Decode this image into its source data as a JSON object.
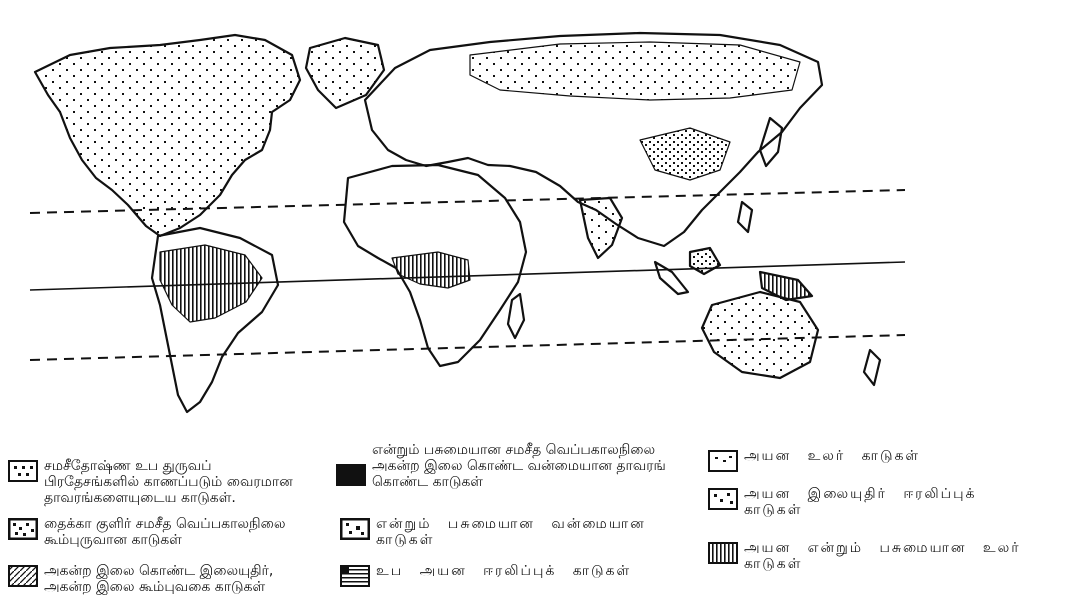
{
  "map": {
    "parallels": [
      {
        "id": "tropic-of-cancer",
        "style": "dashed"
      },
      {
        "id": "equator",
        "style": "solid"
      },
      {
        "id": "tropic-of-capricorn",
        "style": "dashed"
      }
    ]
  },
  "legend": [
    {
      "id": "temperate-subpolar",
      "pattern": "dots",
      "text": "சமசீதோஷ்ண உப துருவப்\nபிரதேசங்களில் காணப்படும் வைரமான\nதாவரங்களையுடைய காடுகள்."
    },
    {
      "id": "taiga",
      "pattern": "dense-dots",
      "text": "தைக்கா குளிர் சமசீத வெப்பகாலநிலை\nகூம்புருவான காடுகள்"
    },
    {
      "id": "broadleaf-deciduous",
      "pattern": "diagonal",
      "text": "அகன்ற இலை கொண்ட இலையுதிர்,\nஅகன்ற இலை கூம்புவகை காடுகள்"
    },
    {
      "id": "temperate-evergreen-broadleaf",
      "pattern": "solid",
      "text": "என்றும் பசுமையான சமசீத வெப்பகாலநிலை\nஅகன்ற இலை கொண்ட வன்மையான தாவரங்\nகொண்ட காடுகள்"
    },
    {
      "id": "evergreen-hardwood",
      "pattern": "scatter",
      "text": "என்றும் பசுமையான வன்மையான\nகாடுகள்"
    },
    {
      "id": "subtropical-moist",
      "pattern": "horizontal",
      "text": "உப அயன ஈரலிப்புக் காடுகள்"
    },
    {
      "id": "tropical-dry",
      "pattern": "sparse",
      "text": "அயன உலர் காடுகள்"
    },
    {
      "id": "tropical-deciduous-moist",
      "pattern": "sparse2",
      "text": "அயன இலையுதிர் ஈரலிப்புக்\nகாடுகள்"
    },
    {
      "id": "tropical-evergreen-dry",
      "pattern": "vertical",
      "text": "அயன என்றும் பசுமையான உலர்\nகாடுகள்"
    }
  ]
}
